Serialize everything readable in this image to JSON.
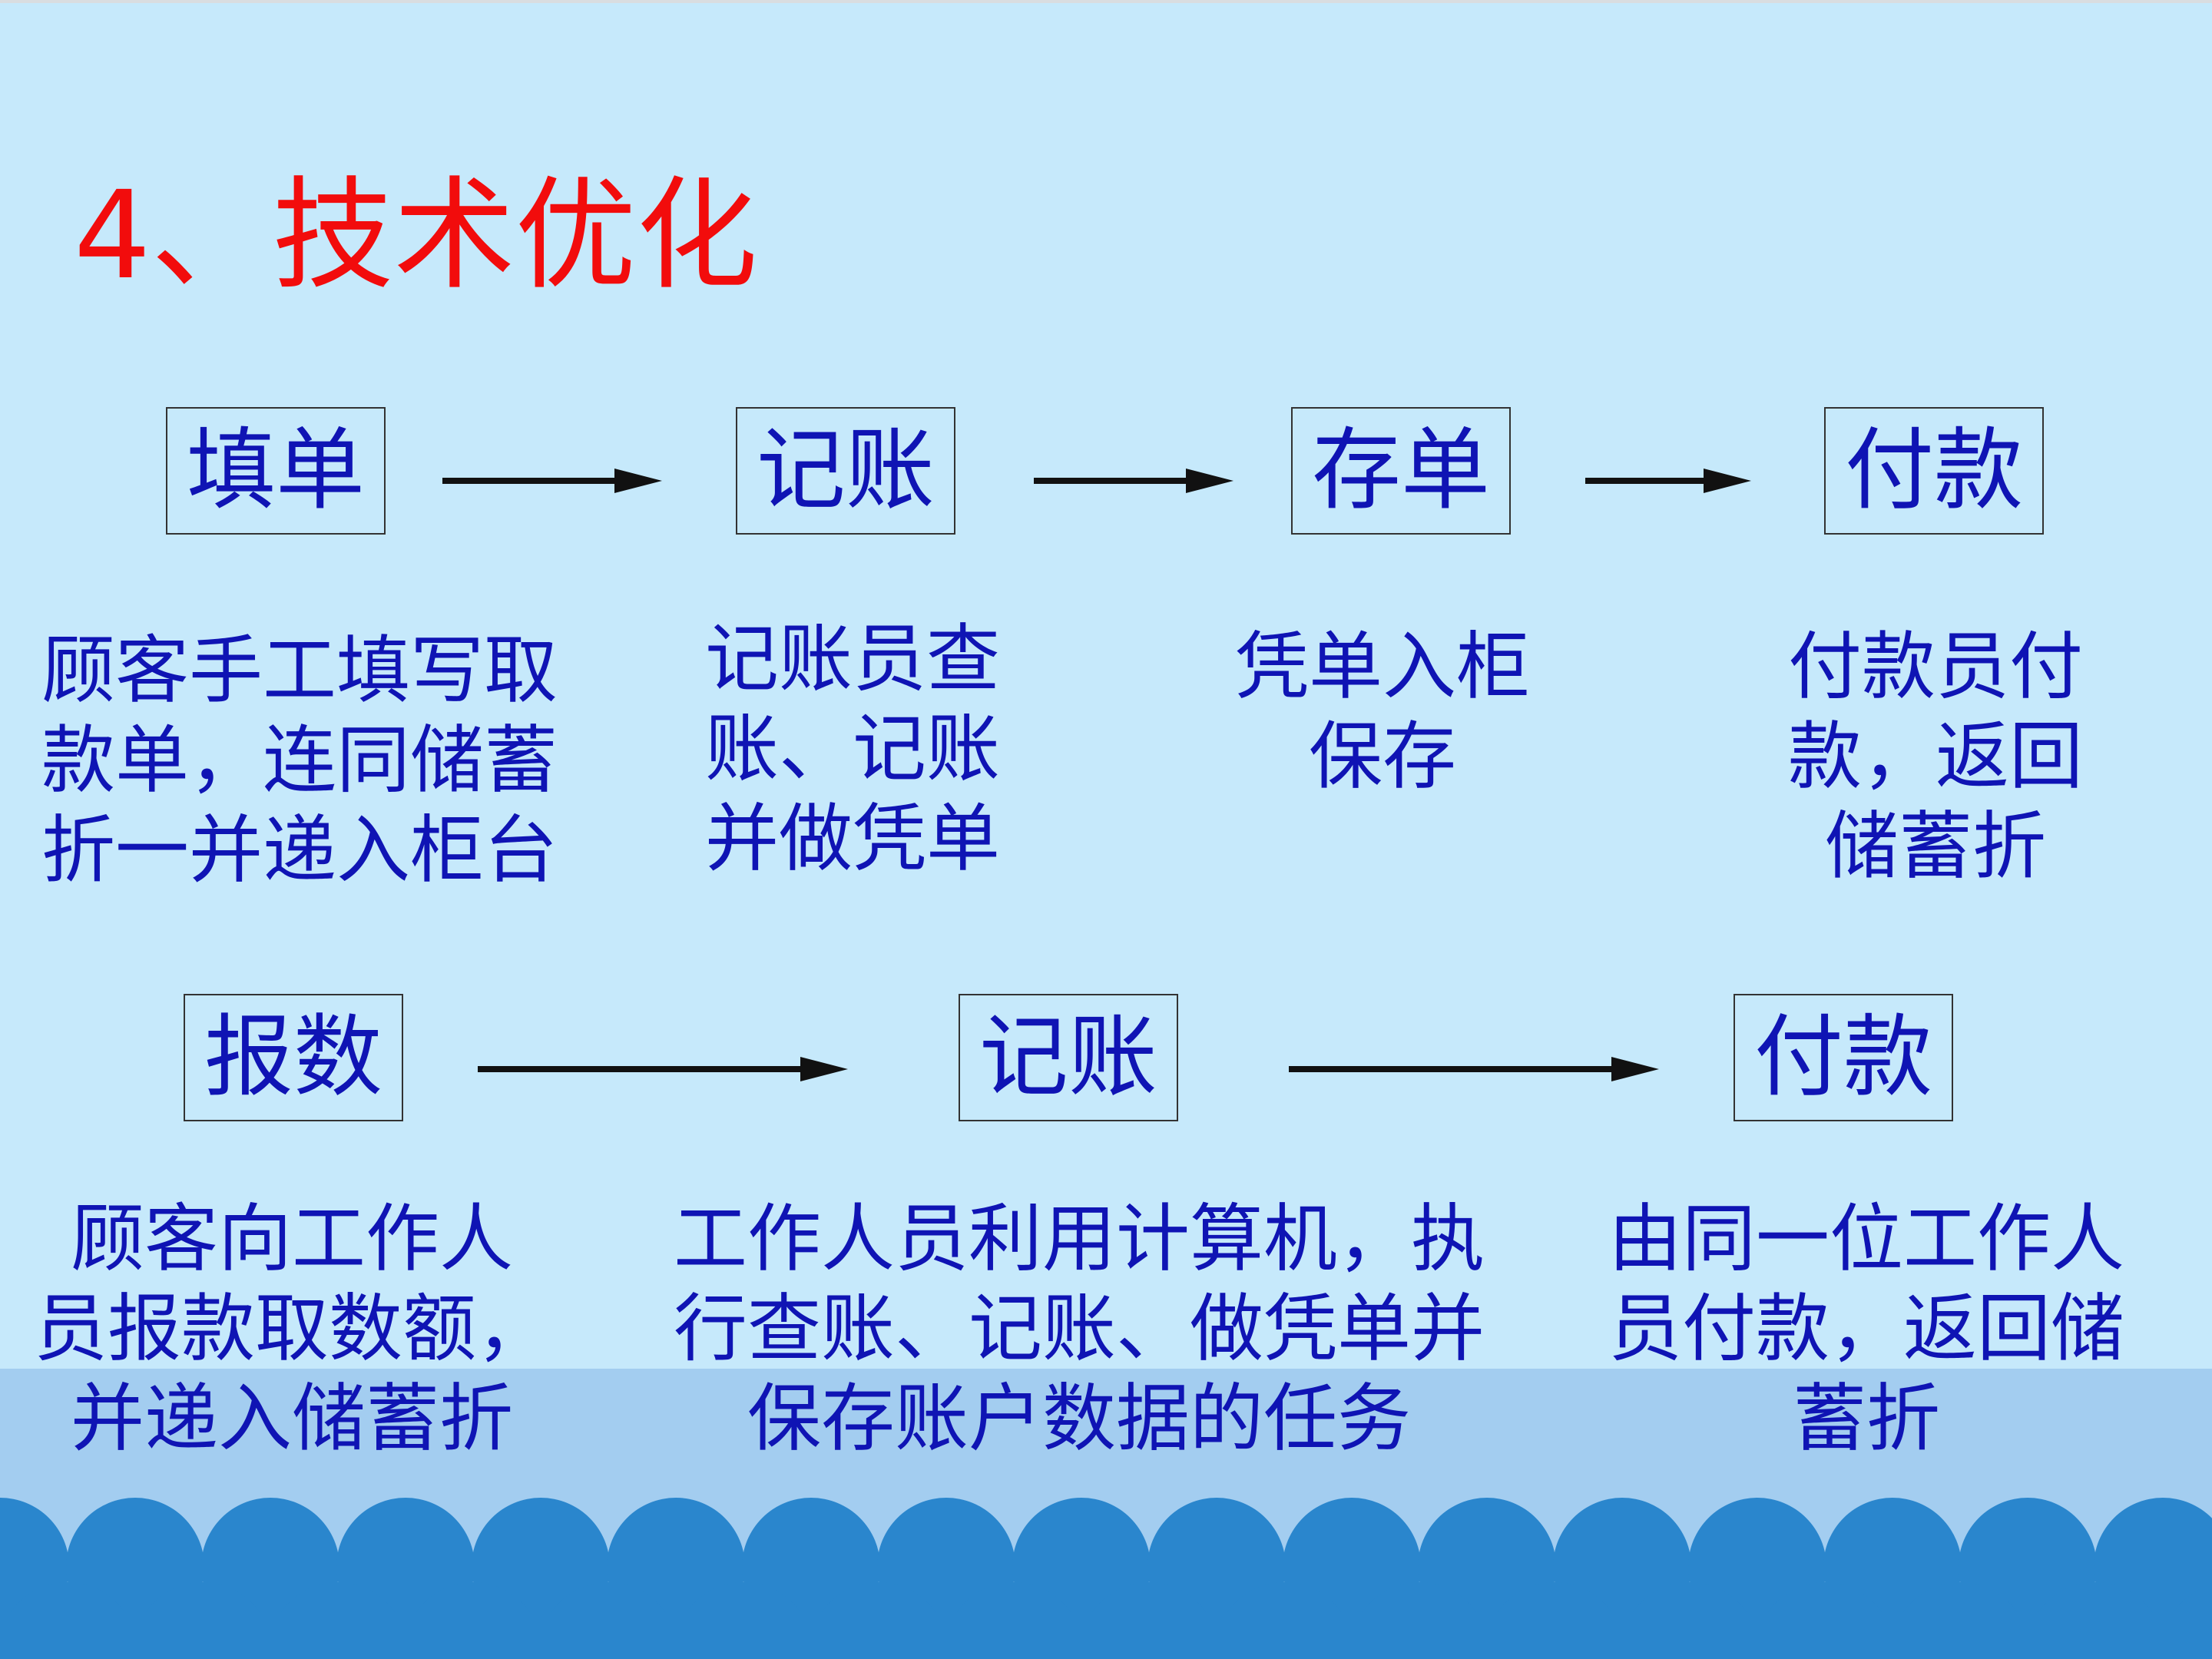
{
  "colors": {
    "background": "#c6e9fb",
    "band": "#a3cdf0",
    "wave": "#2a86cd",
    "title": "#f20c0c",
    "text": "#0f14b4",
    "arrow": "#111111"
  },
  "title": "4、技术优化",
  "row1": {
    "steps": [
      "填单",
      "记账",
      "存单",
      "付款"
    ],
    "descriptions": [
      [
        "顾客手工填写取",
        "款单，连同储蓄",
        "折一并递入柜台"
      ],
      [
        "记账员查",
        "账、记账",
        "并做凭单"
      ],
      [
        "凭单入柜",
        "保存"
      ],
      [
        "付款员付",
        "款，返回",
        "储蓄折"
      ]
    ]
  },
  "row2": {
    "steps": [
      "报数",
      "记账",
      "付款"
    ],
    "descriptions": [
      [
        "顾客向工作人",
        "员报款取数额，",
        "并递入储蓄折"
      ],
      [
        "工作人员利用计算机，执",
        "行查账、记账、做凭单并",
        "保存账户数据的任务"
      ],
      [
        "由同一位工作人",
        "员付款，返回储",
        "蓄折"
      ]
    ]
  }
}
